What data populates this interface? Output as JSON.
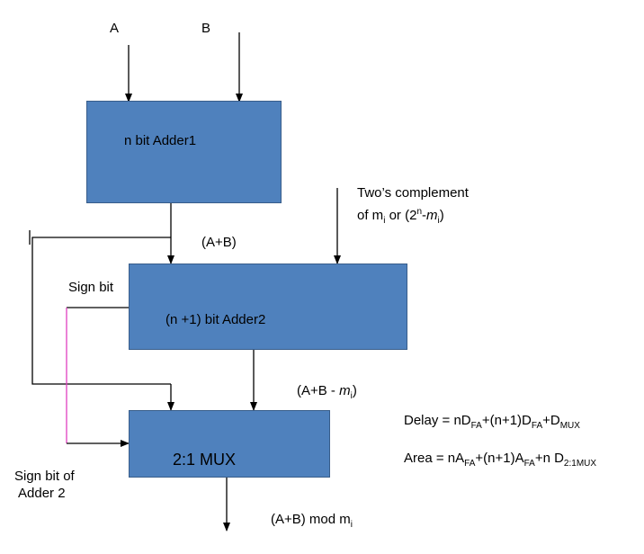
{
  "inputs": {
    "a": "A",
    "b": "B"
  },
  "blocks": {
    "adder1": "n bit Adder1",
    "adder2": "(n +1) bit Adder2",
    "mux": "2:1 MUX"
  },
  "labels": {
    "complement_line1": "Two’s complement",
    "complement_line2": {
      "pre": "of m",
      "sub_i": "i",
      "mid": " or (2",
      "sup_n": "n",
      "dash": "-",
      "m": "m",
      "sub_i2": "i",
      "close": ")"
    },
    "sum": "(A+B)",
    "sign_bit": "Sign bit",
    "diff": {
      "pre": "(A+B - ",
      "m": "m",
      "sub_i": "i",
      "close": ")"
    },
    "sign_bit_adder2_line1": "Sign bit  of",
    "sign_bit_adder2_line2": "Adder 2",
    "result": {
      "pre": "(A+B) mod m",
      "sub_i": "i"
    }
  },
  "equations": {
    "delay": {
      "p1": "Delay = nD",
      "s1": "FA",
      "p2": "+(n+1)D",
      "s2": "FA",
      "p3": "+D",
      "s3": "MUX"
    },
    "area": {
      "p1": "Area = nA",
      "s1": "FA",
      "p2": "+(n+1)A",
      "s2": "FA",
      "p3": "+n D",
      "s3": "2:1MUX"
    }
  },
  "colors": {
    "block_fill": "#4f81bd",
    "line": "#000000",
    "sign_wire": "#e040c0"
  }
}
